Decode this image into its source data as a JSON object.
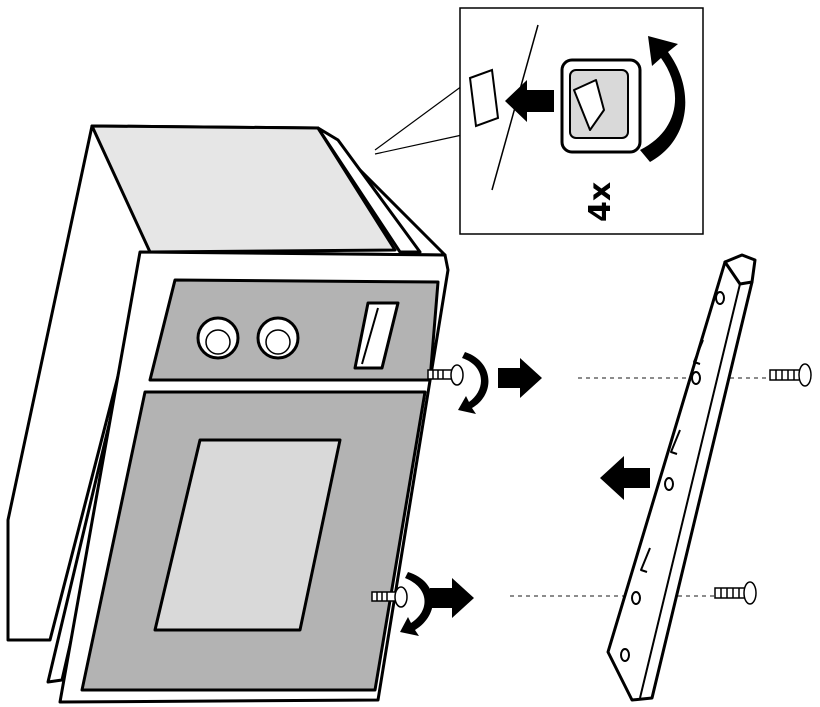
{
  "diagram": {
    "inset": {
      "quantity_label": "4x"
    },
    "colors": {
      "outline": "#000000",
      "panel_gray": "#b3b3b3",
      "window_gray": "#d9d9d9",
      "top_gray": "#e6e6e6",
      "background": "#ffffff"
    },
    "icons": [
      "oven-appliance",
      "control-knob",
      "display-window",
      "mounting-clip",
      "screw",
      "rotation-arrow",
      "direction-arrow",
      "mounting-rail"
    ]
  }
}
